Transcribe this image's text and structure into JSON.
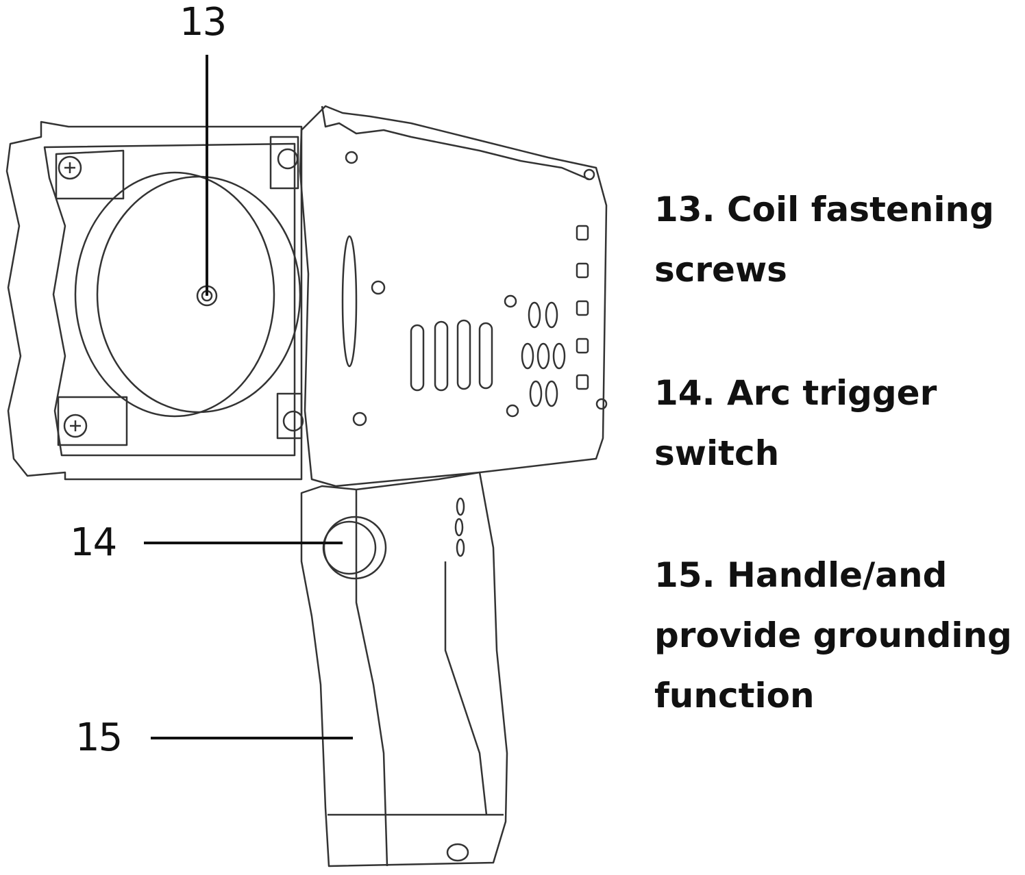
{
  "callouts": {
    "c13": "13",
    "c14": "14",
    "c15": "15"
  },
  "descriptions": [
    {
      "line1": "13. Coil fastening",
      "line2": "screws"
    },
    {
      "line1": "14. Arc trigger",
      "line2": "switch"
    },
    {
      "line1": "15. Handle/and",
      "line2": "provide grounding",
      "line3": "function"
    }
  ],
  "colors": {
    "line": "#222222",
    "text": "#111111"
  }
}
